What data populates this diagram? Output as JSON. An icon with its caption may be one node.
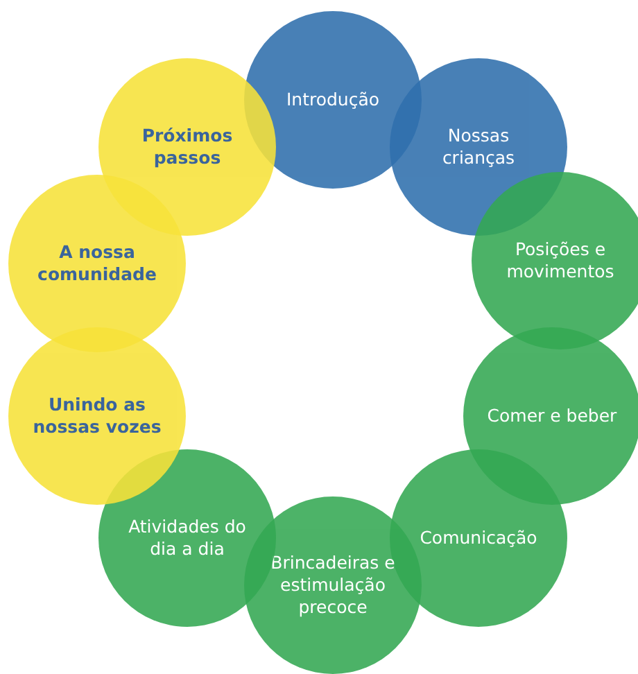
{
  "diagram": {
    "nodes": [
      {
        "text": [
          "Introdução"
        ]
      },
      {
        "text": [
          "Nossas crianças"
        ]
      },
      {
        "text": [
          "Posições e movimentos"
        ]
      },
      {
        "text": [
          "Comer e beber"
        ]
      },
      {
        "text": [
          "Comunicação"
        ]
      },
      {
        "text": [
          "Brincadeiras e estimulação precoce"
        ]
      },
      {
        "text": [
          "Atividades do dia a dia"
        ]
      },
      {
        "text": [
          "Unindo as nossas vozes"
        ]
      },
      {
        "text": [
          "A nossa comunidade"
        ]
      },
      {
        "text": [
          "Próximos passos"
        ]
      }
    ]
  }
}
